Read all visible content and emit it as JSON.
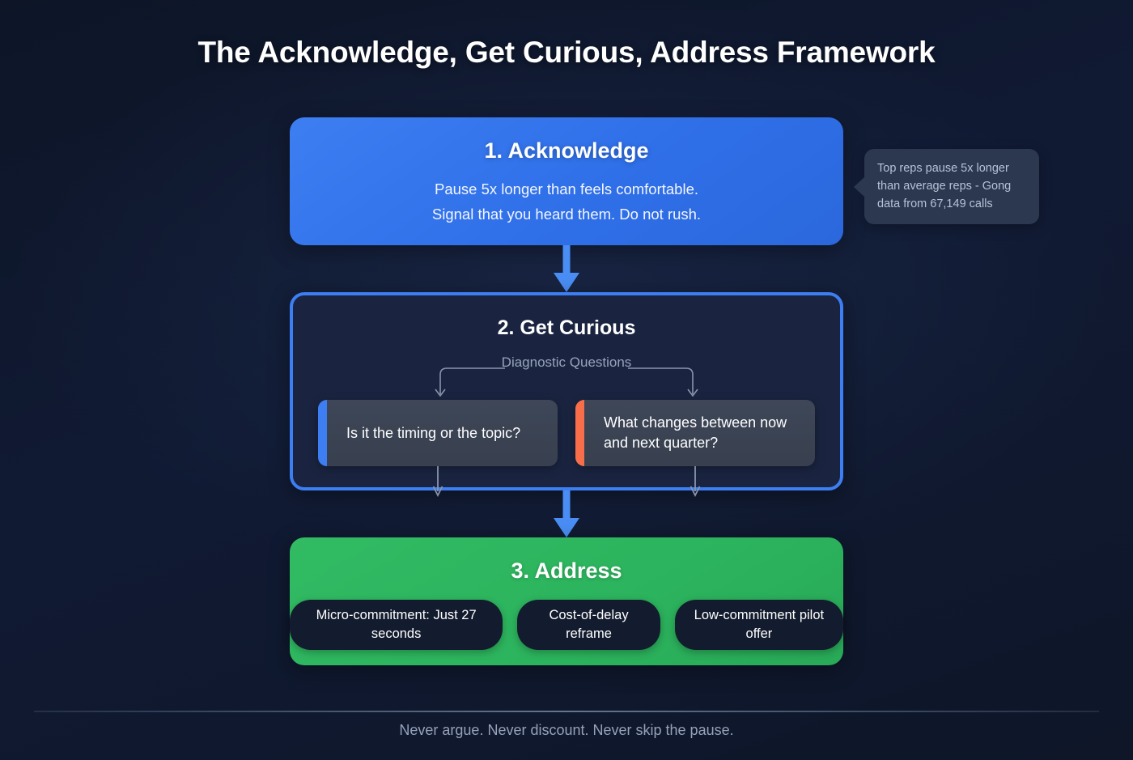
{
  "page": {
    "title": "The Acknowledge, Get Curious, Address Framework",
    "footer_note": "Never argue. Never discount. Never skip the pause."
  },
  "colors": {
    "background": "#101a33",
    "accent_blue": "#3d7ef2",
    "arrow_blue": "#4a8ef5",
    "accent_green": "#2cb35e",
    "accent_orange": "#f96e4a",
    "card_dark": "#1a2440",
    "question_box": "#3a4356",
    "chip_dark": "#131c2e",
    "muted_text": "#97a3bb",
    "callout_bg": "#2b3850"
  },
  "steps": [
    {
      "id": "acknowledge",
      "heading": "1. Acknowledge",
      "line1": "Pause 5x longer than feels comfortable.",
      "line2": "Signal that you heard them. Do not rush."
    },
    {
      "id": "get-curious",
      "heading": "2. Get Curious",
      "branch_label": "Diagnostic Questions",
      "questions": [
        {
          "text": "Is it the timing or the topic?",
          "accent": "#3d7ef2"
        },
        {
          "text": "What changes between now and next quarter?",
          "accent": "#f96e4a"
        }
      ]
    },
    {
      "id": "address",
      "heading": "3. Address",
      "chips": [
        "Micro-commitment: Just 27 seconds",
        "Cost-of-delay reframe",
        "Low-commitment pilot offer"
      ]
    }
  ],
  "callout": {
    "text": "Top reps pause 5x longer than average reps - Gong data from 67,149 calls"
  }
}
